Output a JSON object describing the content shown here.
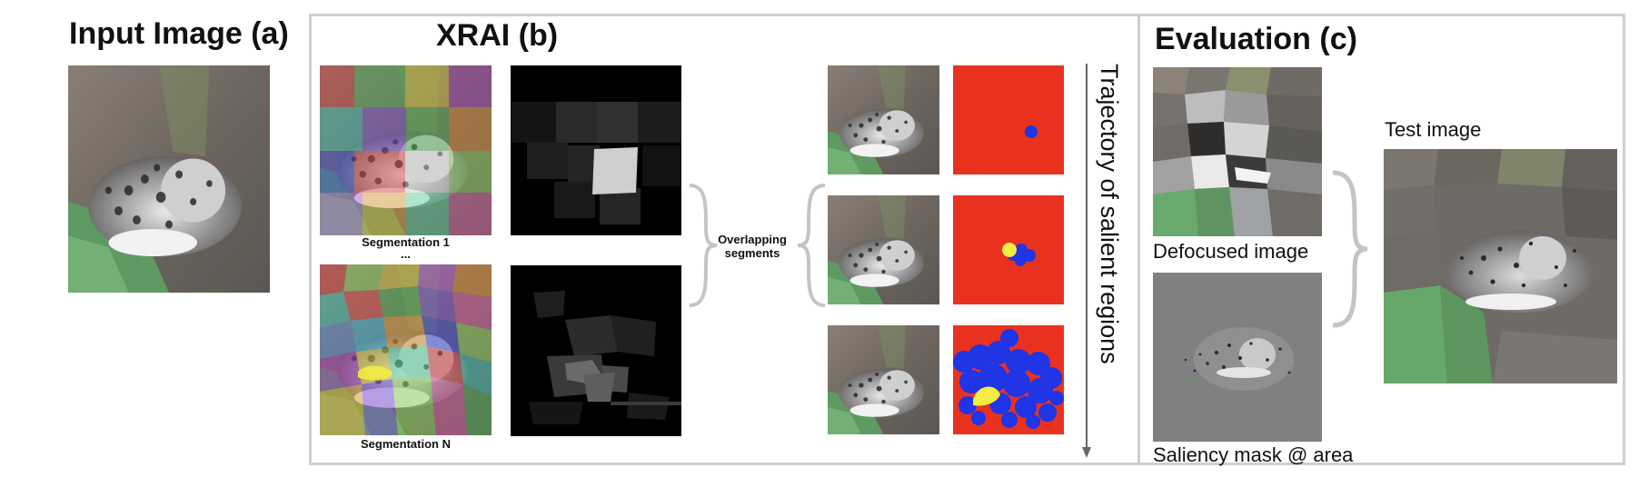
{
  "panels": {
    "input": {
      "title": "Input Image (a)"
    },
    "xrai": {
      "title": "XRAI (b)",
      "segmentation_first": "Segmentation 1",
      "ellipsis": "...",
      "segmentation_last": "Segmentation N",
      "overlap_label_line1": "Overlapping",
      "overlap_label_line2": "segments",
      "trajectory_label": "Trajectory of salient regions"
    },
    "evaluation": {
      "title": "Evaluation (c)",
      "defocused_label": "Defocused image",
      "saliency_label": "Saliency mask @ area",
      "test_label": "Test image"
    }
  },
  "colors": {
    "panel_border": "#cfcfcf",
    "mask_background": "#e8321f",
    "mask_blue": "#1f35e6",
    "mask_yellow": "#f3ec43",
    "arrow": "#666666"
  }
}
